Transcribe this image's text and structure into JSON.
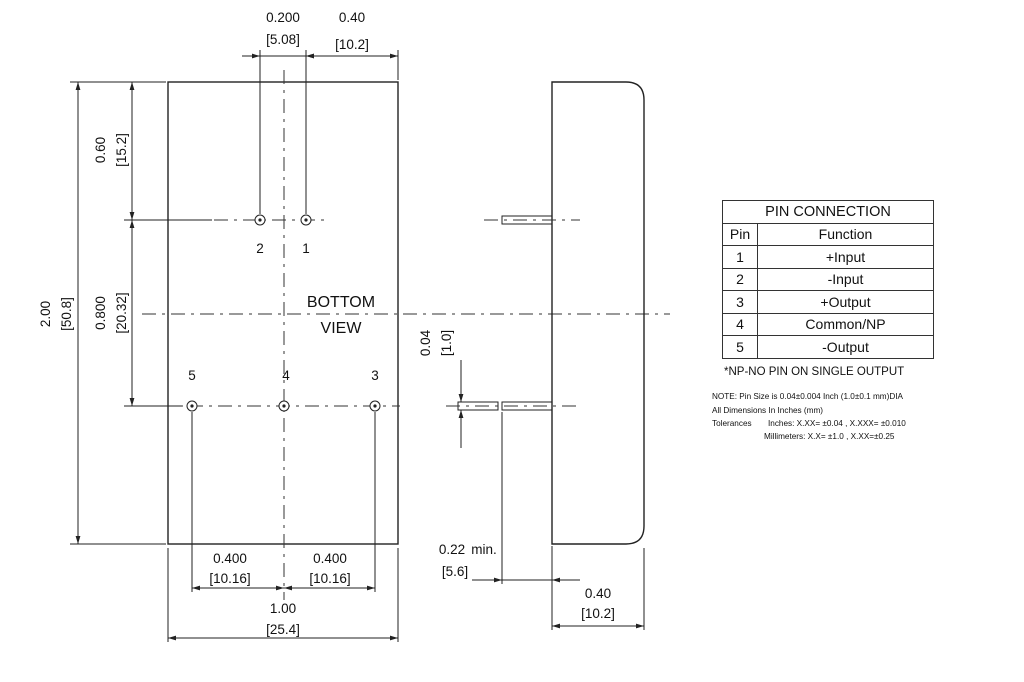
{
  "front_view": {
    "label_line1": "BOTTOM",
    "label_line2": "VIEW",
    "pin_numbers": [
      "2",
      "1",
      "5",
      "4",
      "3"
    ],
    "dims": {
      "pin12_pitch_in": "0.200",
      "pin12_pitch_mm": "[5.08]",
      "pin1_to_edge_in": "0.40",
      "pin1_to_edge_mm": "[10.2]",
      "top_to_pins_in": "0.60",
      "top_to_pins_mm": "[15.2]",
      "row_spacing_in": "0.800",
      "row_spacing_mm": "[20.32]",
      "height_in": "2.00",
      "height_mm": "[50.8]",
      "left_pitch_in": "0.400",
      "left_pitch_mm": "[10.16]",
      "right_pitch_in": "0.400",
      "right_pitch_mm": "[10.16]",
      "width_in": "1.00",
      "width_mm": "[25.4]"
    }
  },
  "side_view": {
    "dims": {
      "pin_dia_in": "0.04",
      "pin_dia_mm": "[1.0]",
      "pin_len_in": "0.22",
      "pin_len_suffix": "min.",
      "pin_len_mm": "[5.6]",
      "depth_in": "0.40",
      "depth_mm": "[10.2]"
    }
  },
  "pin_table": {
    "title": "PIN CONNECTION",
    "col_pin": "Pin",
    "col_function": "Function",
    "rows": [
      {
        "pin": "1",
        "function": "+Input"
      },
      {
        "pin": "2",
        "function": "-Input"
      },
      {
        "pin": "3",
        "function": "+Output"
      },
      {
        "pin": "4",
        "function": "Common/NP"
      },
      {
        "pin": "5",
        "function": "-Output"
      }
    ]
  },
  "np_note": "*NP-NO PIN ON SINGLE  OUTPUT",
  "notes": {
    "line1": "NOTE: Pin Size is 0.04±0.004 Inch (1.0±0.1 mm)DIA",
    "line2": "All Dimensions In Inches (mm)",
    "line3_label": "Tolerances",
    "line3_value": "Inches: X.XX= ±0.04 , X.XXX= ±0.010",
    "line4": "Millimeters: X.X= ±1.0 , X.XX=±0.25"
  }
}
